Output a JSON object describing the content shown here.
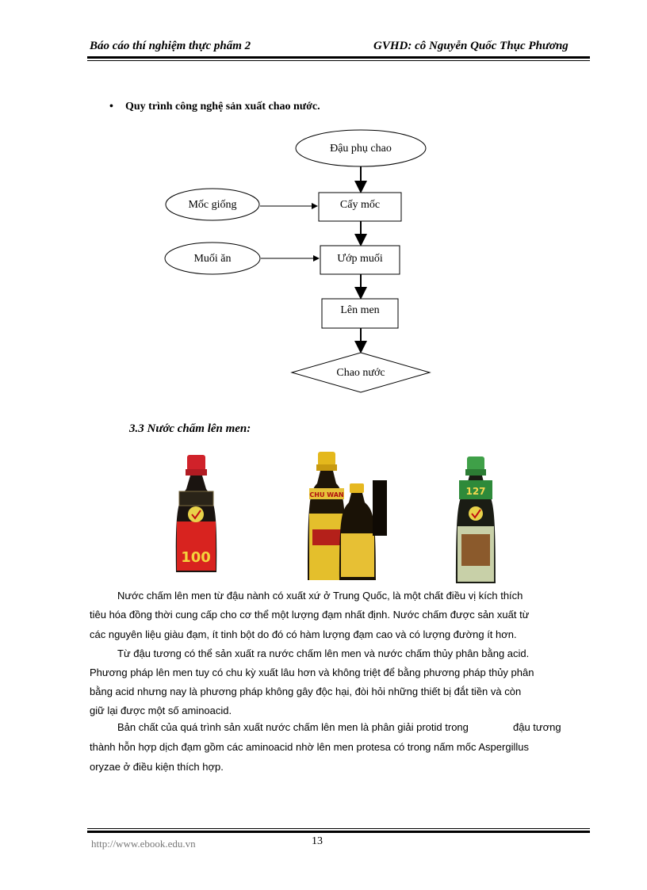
{
  "header": {
    "left": "Báo cáo thí nghiệm thực phẩm 2",
    "right": "GVHD: cô Nguyễn Quốc Thục Phương"
  },
  "bullet": {
    "symbol": "•",
    "text": "Quy trình  công nghệ sản xuất chao nước."
  },
  "flowchart": {
    "start": "Đậu phụ chao",
    "step1": "Cấy mốc",
    "input1": "Mốc giống",
    "step2": "Ướp muối",
    "input2": "Muối ăn",
    "step3": "Lên men",
    "end": "Chao nước"
  },
  "section": {
    "title": "3.3 Nước chấm lên men:"
  },
  "images": {
    "bottle1_label": "100",
    "bottle2_label": "CHU WAN",
    "bottle3_label": "127"
  },
  "paragraphs": [
    "Nước chấm  lên men  từ đậu nành  có xuất  xứ ở Trung  Quốc, là một chất điều vị kích thích",
    "tiêu hóa đồng thời cung cấp cho cơ thể một lượng đạm nhất định.  Nước chấm được sản xuất từ",
    "các nguyên  liệu  giàu  đạm, ít tinh  bột do đó có hàm lượng  đạm cao và có lượng  đường ít hơn.",
    "Từ đậu tương có thể sản xuất ra nước chấm lên men và nước chấm thủy phân bằng acid.",
    "Phương pháp lên men tuy có chu kỳ xuất lâu hơn và không triệt để bằng phương pháp thủy phân",
    "bằng acid nhưng nay là phương pháp không gây độc hại, đòi hỏi những thiết bị đắt tiền và còn",
    "giữ  lại  được một  số aminoacid.",
    "Bản chất của quá trình sản xuất nước chấm lên men là phân giải protid trong",
    "đậu tương",
    "thành hỗn hợp dịch đạm gồm các aminoacid  nhờ lên men protesa có trong nấm mốc Aspergillus",
    "oryzae ở điều kiện thích  hợp."
  ],
  "footer": {
    "url": "http://www.ebook.edu.vn",
    "page": "13"
  }
}
